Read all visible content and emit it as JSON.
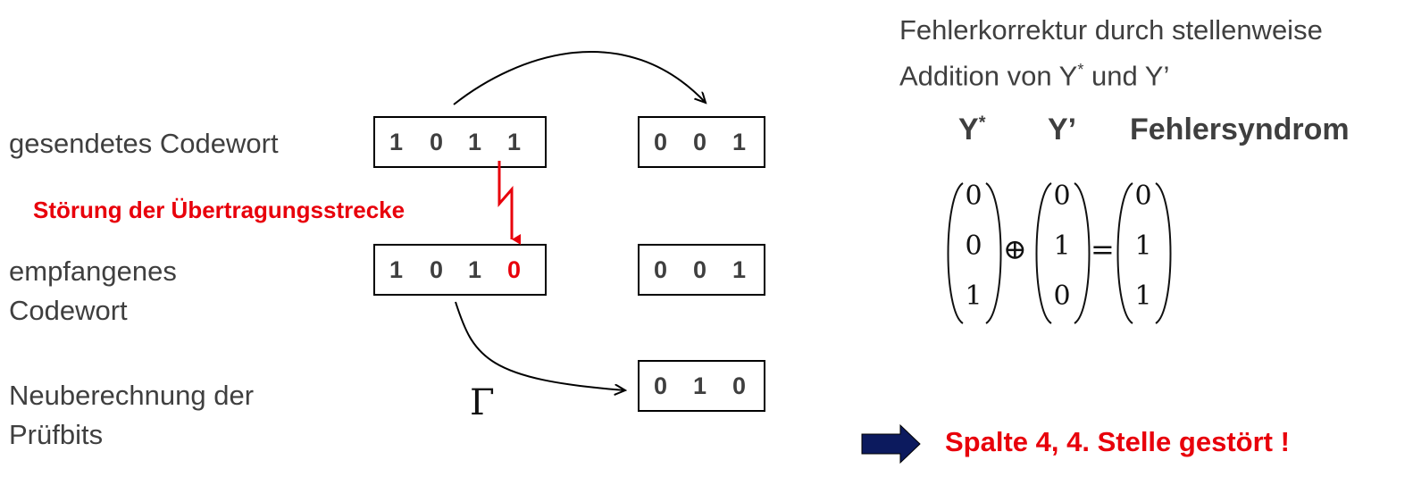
{
  "left_labels": {
    "sent": "gesendetes Codewort",
    "received_line1": "empfangenes",
    "received_line2": "Codewort",
    "recalc_line1": "Neuberechnung der",
    "recalc_line2": "Prüfbits"
  },
  "disturbance_label": "Störung der Übertragungsstrecke",
  "gamma_symbol": "Γ",
  "sent_codeword": [
    "1",
    "0",
    "1",
    "1"
  ],
  "sent_check": [
    "0",
    "0",
    "1"
  ],
  "received_codeword": [
    "1",
    "0",
    "1",
    "0"
  ],
  "received_check": [
    "0",
    "0",
    "1"
  ],
  "recalc_check": [
    "0",
    "1",
    "0"
  ],
  "right": {
    "heading_line1": "Fehlerkorrektur durch stellenweise",
    "heading_line2_pre": "Addition von Y",
    "heading_line2_sup": "*",
    "heading_line2_post": " und Y’",
    "col_ystar": "Y",
    "col_ystar_sup": "*",
    "col_yprime": "Y’",
    "col_syndrome": "Fehlersyndrom",
    "vec_ystar": [
      "0",
      "0",
      "1"
    ],
    "vec_yprime": [
      "0",
      "1",
      "0"
    ],
    "vec_syndrome": [
      "0",
      "1",
      "1"
    ],
    "op_xor": "⊕",
    "op_eq": "=",
    "conclusion": "Spalte 4, 4. Stelle gestört !"
  },
  "colors": {
    "error_red": "#e8000b",
    "arrow_navy": "#0c1a5e",
    "text_gray": "#3f3f3f"
  }
}
